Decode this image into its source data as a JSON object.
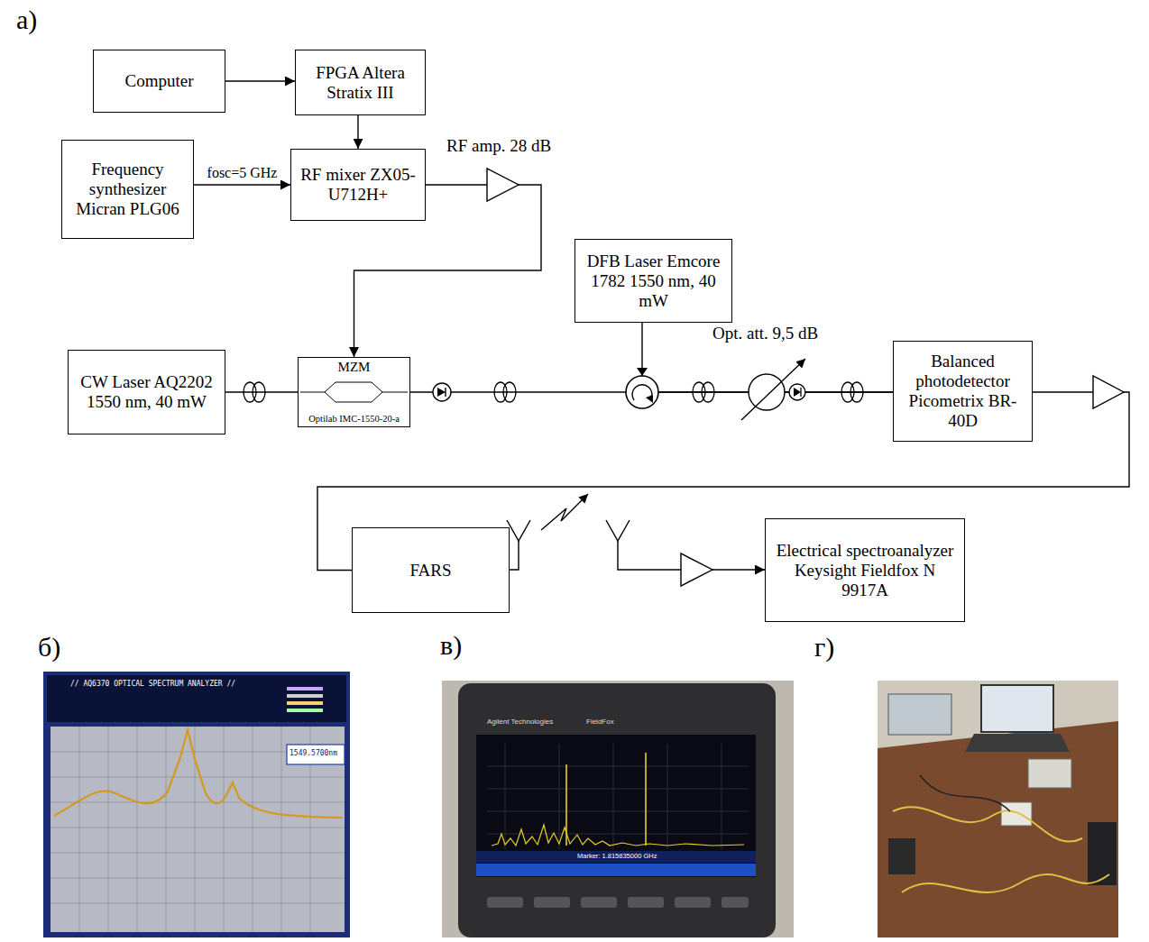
{
  "diagram": {
    "nodes": [
      {
        "text": [
          "Computer"
        ]
      },
      {
        "text": [
          "FPGA Altera Stratix III"
        ]
      },
      {
        "text": [
          "Frequency synthesizer Micran PLG06"
        ]
      },
      {
        "text": [
          "RF mixer ZX05-U712H+"
        ]
      },
      {
        "text": [
          "DFB Laser Emcore 1782 1550 nm, 40 mW"
        ]
      },
      {
        "text": [
          "CW Laser AQ2202 1550 nm, 40 mW"
        ]
      },
      {
        "text": [
          "MZM",
          "Optilab IMC-1550-20-a"
        ]
      },
      {
        "text": [
          "Balanced photodetector Picometrix BR-40D"
        ]
      },
      {
        "text": [
          "FARS"
        ]
      },
      {
        "text": [
          "Electrical spectroanalyzer Keysight Fieldfox N 9917A"
        ]
      }
    ],
    "edges": [
      {
        "from": 0,
        "to": 1,
        "arrow": "to"
      },
      {
        "from": 1,
        "to": 3,
        "arrow": "to"
      },
      {
        "from": 2,
        "to": 3,
        "label": "fosc=5 GHz",
        "arrow": "to"
      },
      {
        "from": 3,
        "to": 6,
        "arrow": "to"
      },
      {
        "from": 5,
        "to": 6,
        "arrow": "none"
      },
      {
        "from": 6,
        "to": 7,
        "arrow": "none"
      },
      {
        "from": 4,
        "to": 7,
        "arrow": "none"
      },
      {
        "from": 7,
        "to": 8,
        "arrow": "none"
      },
      {
        "from": 8,
        "to": 9,
        "arrow": "to"
      }
    ],
    "labels": [
      "а)",
      "RF amp. 28 dB",
      "Opt. att. 9,5 dB",
      "б)",
      "в)",
      "г)",
      "// AQ6370 OPTICAL SPECTRUM ANALYZER //",
      "1549.5700nm",
      "Agilent Technologies",
      "FieldFox",
      "Marker: 1.815835000 GHz"
    ]
  }
}
